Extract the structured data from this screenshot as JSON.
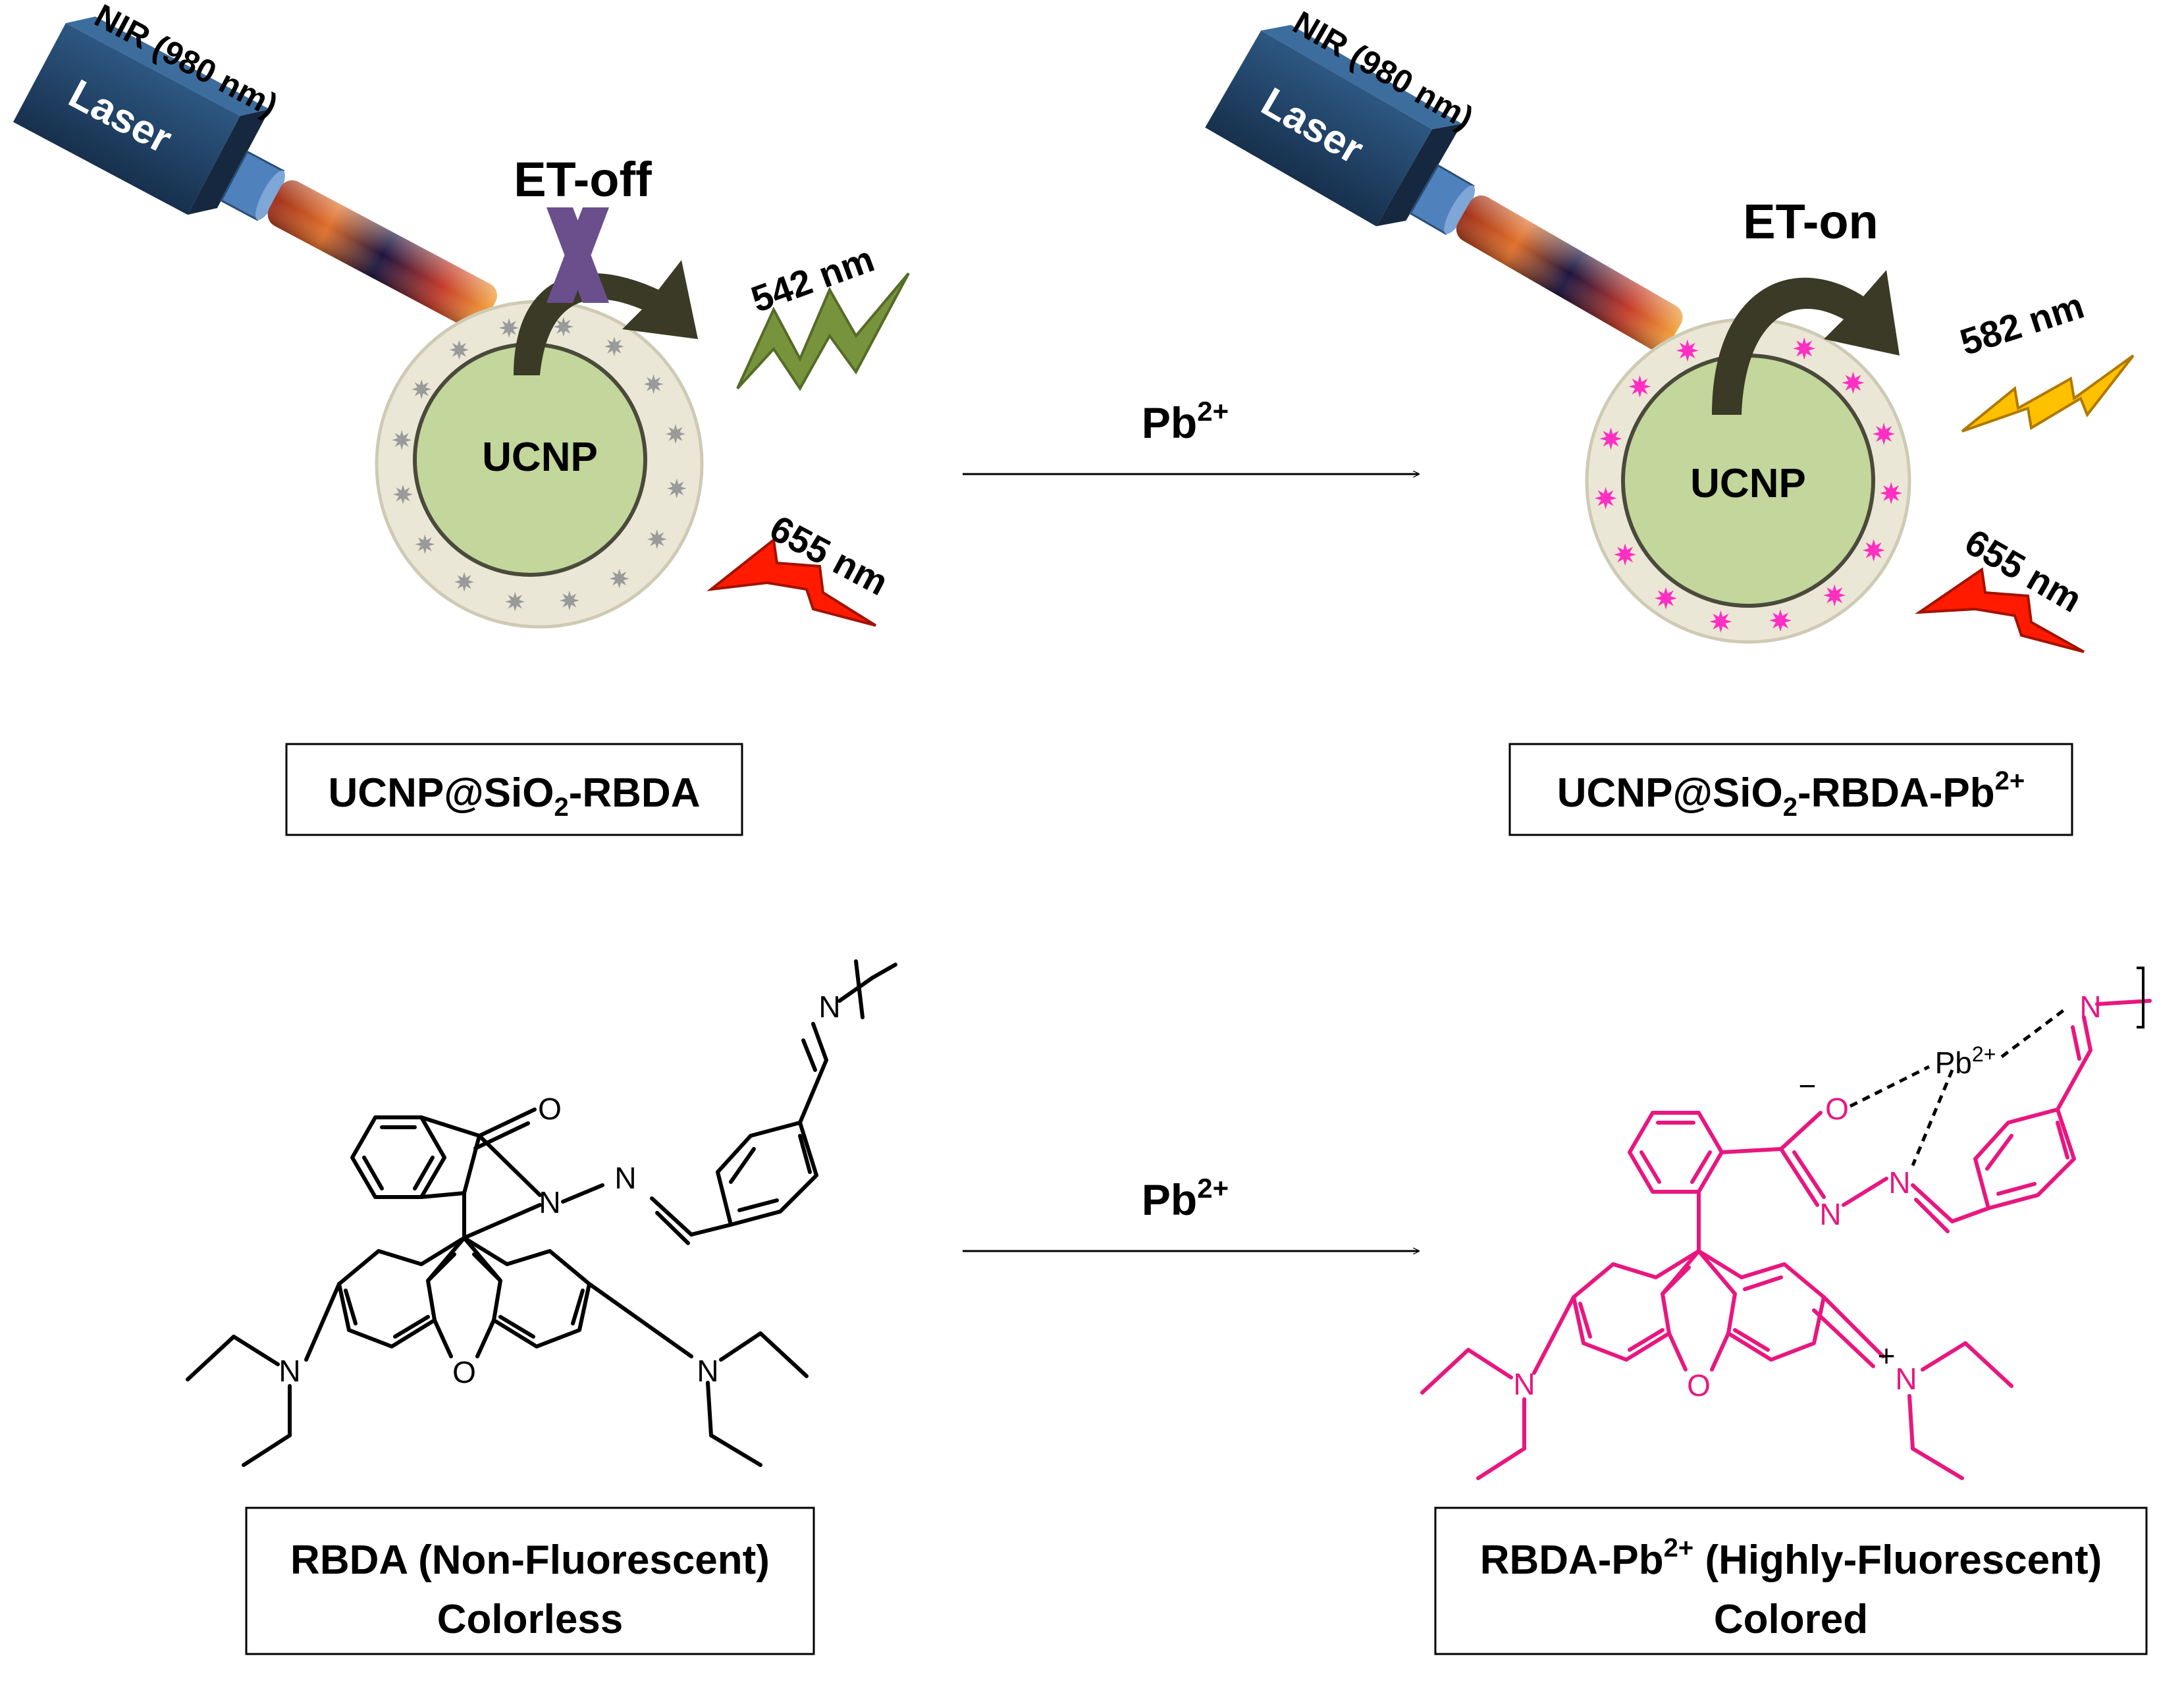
{
  "colors": {
    "laser_body": "#1f3f62",
    "laser_tip": "#4f81bd",
    "core": "#c3d69b",
    "shell": "#ebe7d6",
    "arrow_dark": "#3a3a26",
    "gray_dye": "#9a9a9a",
    "pink_dye": "#ff2fc2",
    "green_bolt": "#77933c",
    "orange_bolt": "#ffc000",
    "red_bolt": "#ff1a00",
    "cross": "#6a4f8c",
    "molecule_black": "#000000",
    "molecule_pink": "#e8177f"
  },
  "top_left": {
    "laser_text": "Laser",
    "nir_label": "NIR (980 nm)",
    "et_label": "ET-off",
    "core_label": "UCNP",
    "emission_1": "542 nm",
    "emission_2": "655 nm",
    "box_prefix": "UCNP@SiO",
    "box_sub": "2",
    "box_suffix": "-RBDA"
  },
  "top_right": {
    "laser_text": "Laser",
    "nir_label": "NIR (980 nm)",
    "et_label": "ET-on",
    "core_label": "UCNP",
    "emission_1": "582 nm",
    "emission_2": "655 nm",
    "box_prefix": "UCNP@SiO",
    "box_sub": "2",
    "box_suffix": "-RBDA-Pb",
    "box_sup": "2+"
  },
  "arrow_top": {
    "base": "Pb",
    "sup": "2+"
  },
  "arrow_bottom": {
    "base": "Pb",
    "sup": "2+"
  },
  "left_molecule": {
    "atom_O_carbonyl": "O",
    "atom_N_lactam": "N",
    "atom_N_imine": "N",
    "atom_N_top": "N",
    "atom_O_ring": "O",
    "atom_N_left": "N",
    "atom_N_right": "N",
    "line1": "RBDA (Non-Fluorescent)",
    "line2": "Colorless"
  },
  "right_molecule": {
    "atom_O": "O",
    "charge_minus": "−",
    "pb_base": "Pb",
    "pb_sup": "2+",
    "atom_N_hydrazone": "N",
    "atom_N_imine": "N",
    "atom_N_top": "N",
    "atom_O_ring": "O",
    "atom_N_left": "N",
    "atom_N_right": "N",
    "charge_plus": "+",
    "line1_base": "RBDA-Pb",
    "line1_sup": "2+",
    "line1_suffix": " (Highly-Fluorescent)",
    "line2": "Colored"
  }
}
